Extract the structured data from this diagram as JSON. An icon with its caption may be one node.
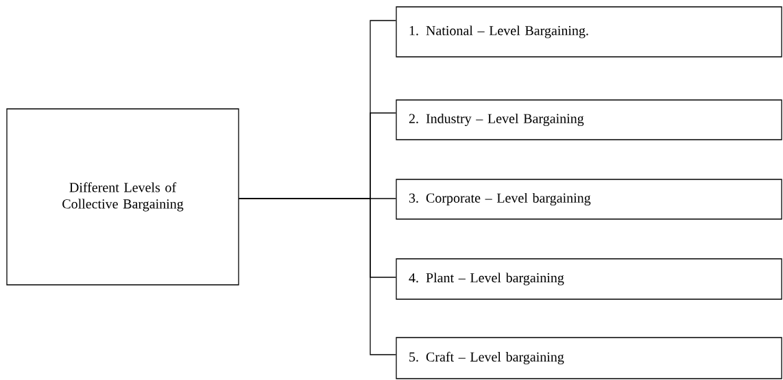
{
  "diagram": {
    "nodes": [
      {
        "text": [
          "Different Levels of Collective Bargaining"
        ]
      },
      {
        "text": [
          "1.  National – Level Bargaining."
        ]
      },
      {
        "text": [
          "2.  Industry – Level Bargaining"
        ]
      },
      {
        "text": [
          "3.  Corporate – Level bargaining"
        ]
      },
      {
        "text": [
          "4.  Plant – Level bargaining"
        ]
      },
      {
        "text": [
          "5.  Craft – Level bargaining"
        ]
      }
    ],
    "edges": [
      {
        "from": 0,
        "to": 1,
        "arrow": "none"
      },
      {
        "from": 0,
        "to": 2,
        "arrow": "none"
      },
      {
        "from": 0,
        "to": 3,
        "arrow": "none"
      },
      {
        "from": 0,
        "to": 4,
        "arrow": "none"
      },
      {
        "from": 0,
        "to": 5,
        "arrow": "none"
      }
    ]
  }
}
